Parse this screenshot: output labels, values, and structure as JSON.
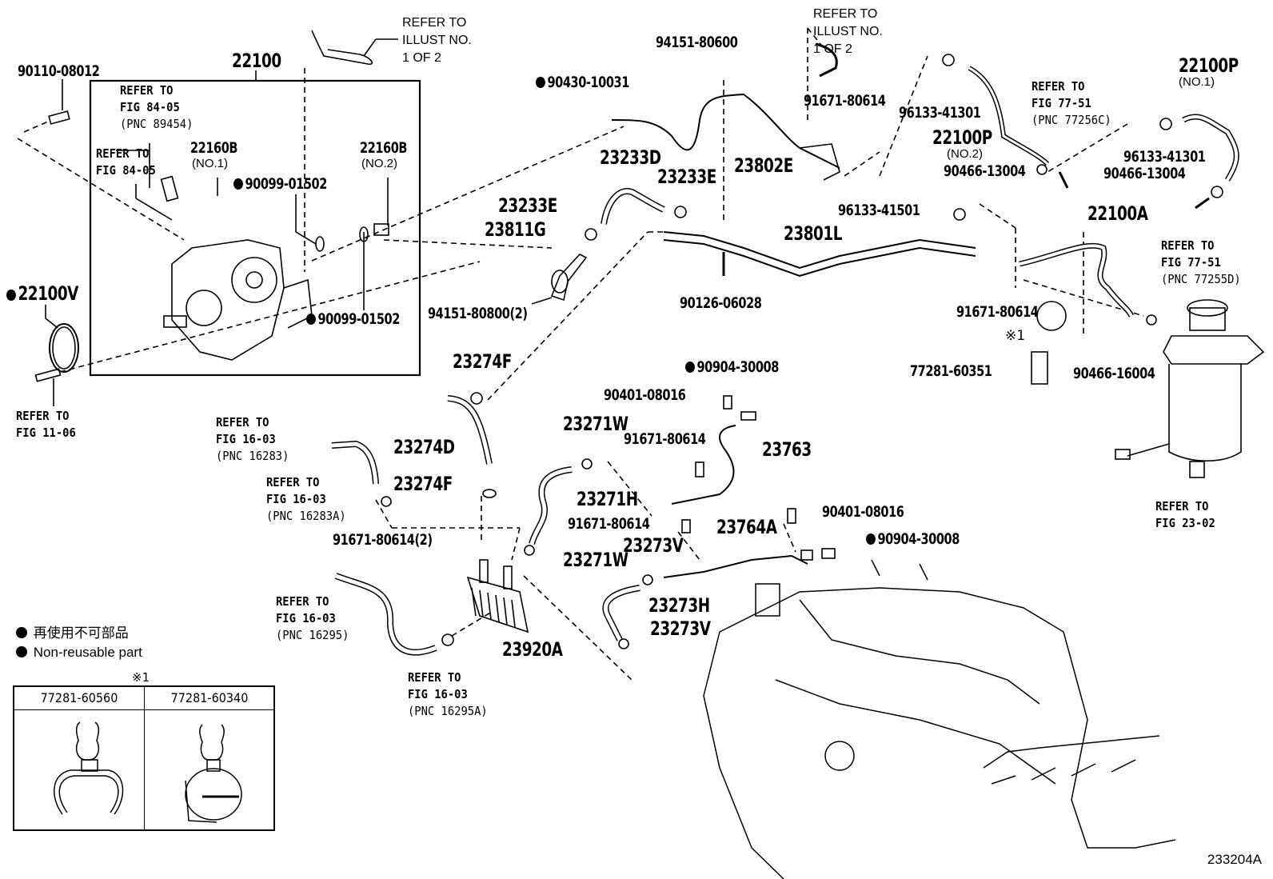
{
  "figure_id": "233204A",
  "legend": {
    "symbol": "filled-circle",
    "japanese": "再使用不可部品",
    "english": "Non-reusable part"
  },
  "callouts": {
    "c90110_08012": "90110-08012",
    "c22100": "22100",
    "refer_illust_1": [
      "REFER TO",
      "ILLUST NO.",
      "1 OF 2"
    ],
    "refer_84_05_pnc": [
      "REFER TO",
      "FIG 84-05",
      "(PNC 89454)"
    ],
    "refer_84_05": [
      "REFER TO",
      "FIG 84-05"
    ],
    "c22160b_no1": {
      "pn": "22160B",
      "sub": "(NO.1)"
    },
    "c22160b_no2": {
      "pn": "22160B",
      "sub": "(NO.2)"
    },
    "c90099_01502_a": "90099-01502",
    "c90099_01502_b": "90099-01502",
    "c22100v": "22100V",
    "refer_11_06": [
      "REFER TO",
      "FIG 11-06"
    ],
    "c90430_10031": "90430-10031",
    "c94151_80600": "94151-80600",
    "refer_illust_2": [
      "REFER TO",
      "ILLUST NO.",
      "1 OF 2"
    ],
    "c91671_80614_top": "91671-80614",
    "c96133_41301_a": "96133-41301",
    "c23802e": "23802E",
    "c23233d": "23233D",
    "c23233e_right": "23233E",
    "c23233e_left": "23233E",
    "c23811g": "23811G",
    "c94151_80800": "94151-80800(2)",
    "c23801l": "23801L",
    "c90126_06028": "90126-06028",
    "c96133_41501": "96133-41501",
    "c22100p_no2": {
      "pn": "22100P",
      "sub": "(NO.2)"
    },
    "c90466_13004_a": "90466-13004",
    "refer_77_51_c": [
      "REFER TO",
      "FIG 77-51",
      "(PNC 77256C)"
    ],
    "c22100p_no1": {
      "pn": "22100P",
      "sub": "(NO.1)"
    },
    "c96133_41301_b": "96133-41301",
    "c90466_13004_b": "90466-13004",
    "refer_77_51_d": [
      "REFER TO",
      "FIG 77-51",
      "(PNC 77255D)"
    ],
    "c22100a": "22100A",
    "c91671_80614_right": "91671-80614",
    "note_mark_1": "※1",
    "c77281_60351": "77281-60351",
    "c90466_16004": "90466-16004",
    "refer_23_02": [
      "REFER TO",
      "FIG 23-02"
    ],
    "c23274f_top": "23274F",
    "c23274d": "23274D",
    "c23274f_bottom": "23274F",
    "refer_16_03_16283": [
      "REFER TO",
      "FIG 16-03",
      "(PNC 16283)"
    ],
    "refer_16_03_16283a": [
      "REFER TO",
      "FIG 16-03",
      "(PNC 16283A)"
    ],
    "c91671_80614_2": "91671-80614(2)",
    "refer_16_03_16295": [
      "REFER TO",
      "FIG 16-03",
      "(PNC 16295)"
    ],
    "refer_16_03_16295a": [
      "REFER TO",
      "FIG 16-03",
      "(PNC 16295A)"
    ],
    "c23920a": "23920A",
    "c90904_30008_top": "90904-30008",
    "c90401_08016_top": "90401-08016",
    "c23271w_top": "23271W",
    "c91671_80614_mid": "91671-80614",
    "c23763": "23763",
    "c23271h": "23271H",
    "c91671_80614_low": "91671-80614",
    "c23764a": "23764A",
    "c90401_08016_low": "90401-08016",
    "c90904_30008_low": "90904-30008",
    "c23271w_low": "23271W",
    "c23273v_top": "23273V",
    "c23273h": "23273H",
    "c23273v_low": "23273V"
  },
  "clip_table": {
    "mark": "※1",
    "columns": [
      {
        "part_no": "77281-60560"
      },
      {
        "part_no": "77281-60340"
      }
    ]
  }
}
